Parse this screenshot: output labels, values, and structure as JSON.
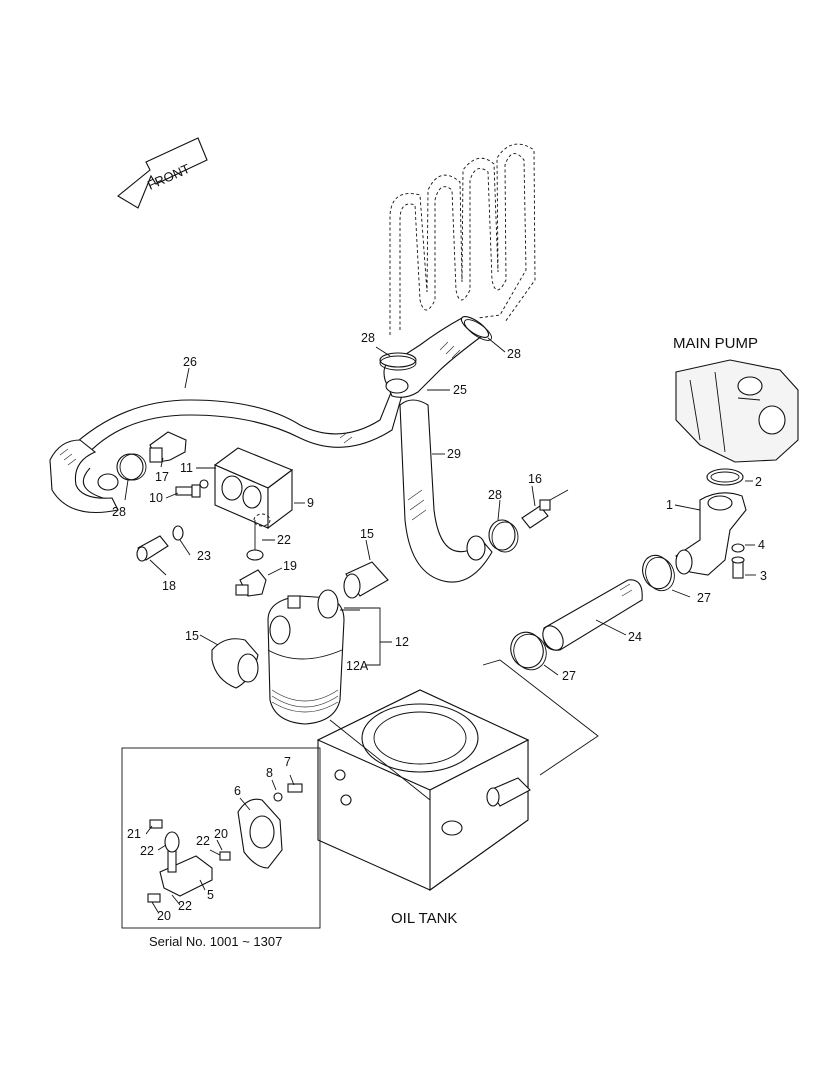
{
  "diagram": {
    "front_label": "FRONT",
    "main_pump_label": "MAIN PUMP",
    "oil_tank_label": "OIL TANK",
    "serial_label": "Serial No. 1001 ~ 1307",
    "callouts": {
      "c28a": "28",
      "c28b": "28",
      "c26": "26",
      "c25": "25",
      "c29": "29",
      "c17": "17",
      "c11": "11",
      "c10": "10",
      "c9": "9",
      "c28c": "28",
      "c22a": "22",
      "c23": "23",
      "c18": "18",
      "c19": "19",
      "c15a": "15",
      "c15b": "15",
      "c12": "12",
      "c12a": "12A",
      "c16": "16",
      "c28d": "28",
      "c2": "2",
      "c1": "1",
      "c4": "4",
      "c3": "3",
      "c27a": "27",
      "c24": "24",
      "c27b": "27",
      "c7": "7",
      "c8": "8",
      "c6": "6",
      "c21": "21",
      "c22b": "22",
      "c22c": "22",
      "c20a": "20",
      "c5": "5",
      "c22d": "22",
      "c20b": "20"
    }
  }
}
